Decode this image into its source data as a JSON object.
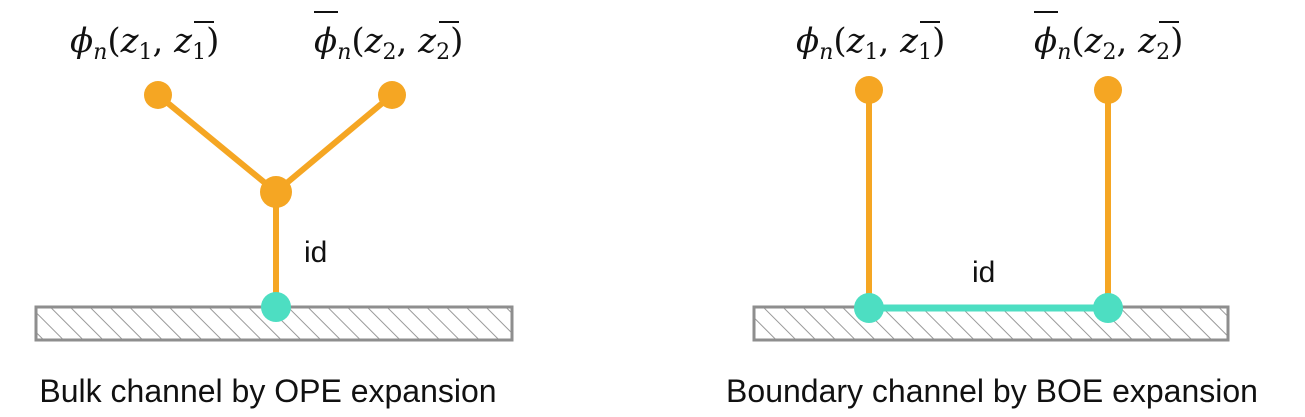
{
  "colors": {
    "orange": "#F5A623",
    "teal": "#4DDEC2",
    "boundary_stroke": "#8E8E8E",
    "text": "#111111"
  },
  "left_panel": {
    "field_1": {
      "symbol": "ϕ",
      "subscript": "n",
      "args_open": "(",
      "z1": "z",
      "z1_sub": "1",
      "comma": ", ",
      "zbar1": "z",
      "zbar1_sub": "1",
      "args_close": ")"
    },
    "field_2": {
      "symbol": "ϕ",
      "subscript": "n",
      "args_open": "(",
      "z2": "z",
      "z2_sub": "2",
      "comma": ", ",
      "zbar2": "z",
      "zbar2_sub": "2",
      "args_close": ")"
    },
    "edge_label": "id",
    "caption": "Bulk channel by OPE expansion"
  },
  "right_panel": {
    "field_1": {
      "symbol": "ϕ",
      "subscript": "n",
      "args_open": "(",
      "z1": "z",
      "z1_sub": "1",
      "comma": ", ",
      "zbar1": "z",
      "zbar1_sub": "1",
      "args_close": ")"
    },
    "field_2": {
      "symbol": "ϕ",
      "subscript": "n",
      "args_open": "(",
      "z2": "z",
      "z2_sub": "2",
      "comma": ", ",
      "zbar2": "z",
      "zbar2_sub": "2",
      "args_close": ")"
    },
    "edge_label": "id",
    "caption": "Boundary channel by BOE expansion"
  }
}
